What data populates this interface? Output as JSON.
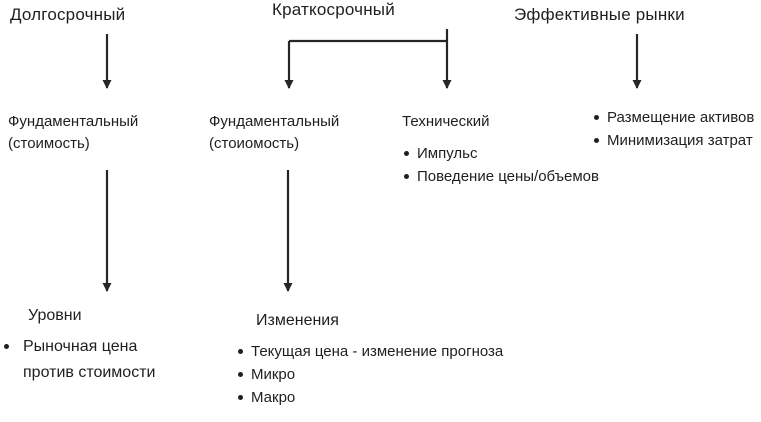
{
  "diagram": {
    "headers": {
      "long_term": "Долгосрочный",
      "short_term": "Краткосрочный",
      "efficient_markets": "Эффективные рынки"
    },
    "long_term": {
      "fundamental_line1": "Фундаментальный",
      "fundamental_line2": "(стоимость)",
      "levels_title": "Уровни",
      "levels_bullets": [
        "Рыночная цена против стоимости"
      ]
    },
    "short_term": {
      "fundamental_line1": "Фундаментальный",
      "fundamental_line2": "(стоиомость)",
      "technical_title": "Технический",
      "technical_bullets": [
        "Импульс",
        "Поведение цены/объемов"
      ],
      "changes_title": "Изменения",
      "changes_bullets": [
        "Текущая цена - изменение прогноза",
        "Микро",
        "Макро"
      ]
    },
    "efficient_markets": {
      "bullets": [
        "Размещение активов",
        "Минимизация затрат"
      ]
    },
    "colors": {
      "text": "#1f1f1f",
      "arrow": "#262626",
      "background": "#ffffff"
    }
  }
}
